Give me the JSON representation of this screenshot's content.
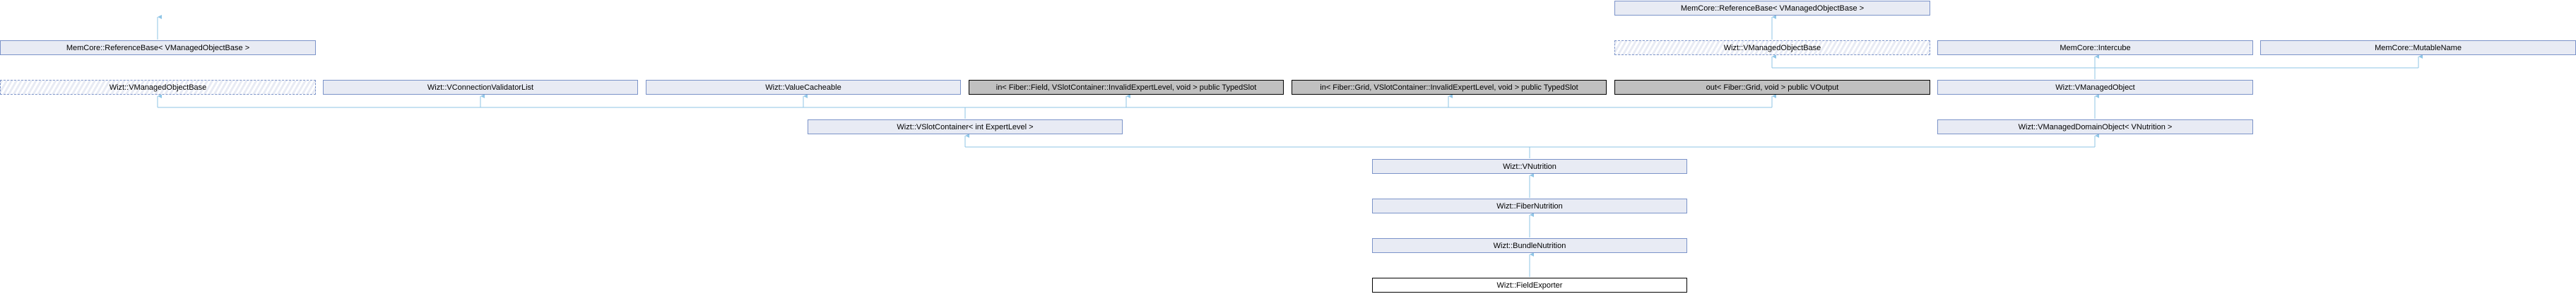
{
  "nodes": {
    "refbase_left": "MemCore::ReferenceBase< VManagedObjectBase >",
    "refbase_right": "MemCore::ReferenceBase< VManagedObjectBase >",
    "vmob_left": "Wizt::VManagedObjectBase",
    "vmob_right": "Wizt::VManagedObjectBase",
    "conn_validator": "Wizt::VConnectionValidatorList",
    "value_cacheable": "Wizt::ValueCacheable",
    "in_field": "in< Fiber::Field, VSlotContainer::InvalidExpertLevel, void > public TypedSlot",
    "in_grid": "in< Fiber::Grid, VSlotContainer::InvalidExpertLevel, void > public TypedSlot",
    "out_grid": "out< Fiber::Grid, void > public VOutput",
    "intercube": "MemCore::Intercube",
    "mutable_name": "MemCore::MutableName",
    "vmanaged_object": "Wizt::VManagedObject",
    "vslot_container": "Wizt::VSlotContainer< int ExpertLevel >",
    "vmanaged_domain": "Wizt::VManagedDomainObject< VNutrition >",
    "vnutrition": "Wizt::VNutrition",
    "fiber_nutrition": "Wizt::FiberNutrition",
    "bundle_nutrition": "Wizt::BundleNutrition",
    "field_exporter": "Wizt::FieldExporter"
  },
  "colors": {
    "edge": "#8fc5e6",
    "border": "#7b93c9",
    "fill": "#e8ebf4",
    "external": "#c0c0c0"
  }
}
